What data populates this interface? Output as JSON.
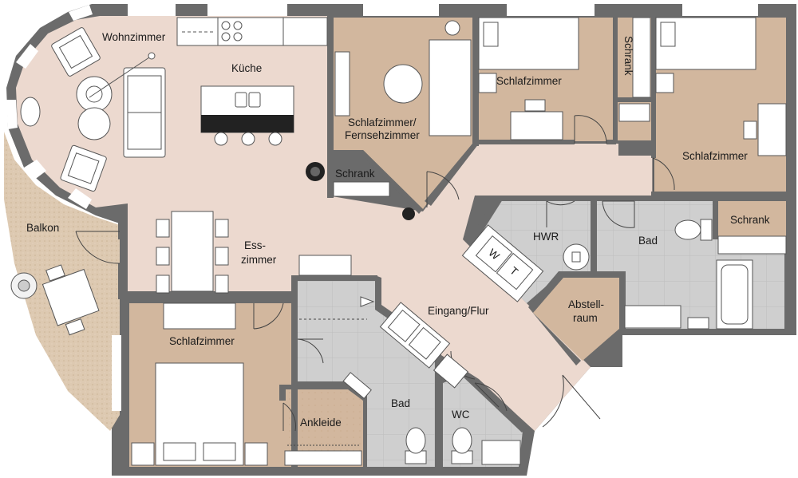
{
  "colors": {
    "living_floor": "#ecd9cf",
    "bedroom_floor": "#d2b79e",
    "tile_floor": "#cfcfcf",
    "balcony_floor": "#ddc9b1",
    "wall": "#6b6b6b",
    "window": "#ffffff"
  },
  "rooms": {
    "wohnzimmer": "Wohnzimmer",
    "kueche": "Küche",
    "schlaf_fernseh_1": "Schlafzimmer/",
    "schlaf_fernseh_2": "Fernsehzimmer",
    "schrank_1": "Schrank",
    "schlafzimmer_1": "Schlafzimmer",
    "schrank_vertical": "Schrank",
    "schlafzimmer_2": "Schlafzimmer",
    "balkon": "Balkon",
    "esszimmer_1": "Ess-",
    "esszimmer_2": "zimmer",
    "hwr": "HWR",
    "bad_1": "Bad",
    "schrank_2": "Schrank",
    "abstell_1": "Abstell-",
    "abstell_2": "raum",
    "eingang": "Eingang/Flur",
    "schlafzimmer_3": "Schlafzimmer",
    "bad_2": "Bad",
    "ankleide": "Ankleide",
    "wc": "WC"
  },
  "appliances": {
    "washer": "W",
    "dryer": "T"
  },
  "icons": [
    "plant-icon",
    "toilet-icon",
    "bathtub-icon",
    "shower-icon",
    "bed-icon",
    "sofa-icon",
    "stove-icon",
    "sink-icon",
    "table-icon",
    "chair-icon",
    "door-swing-icon"
  ]
}
